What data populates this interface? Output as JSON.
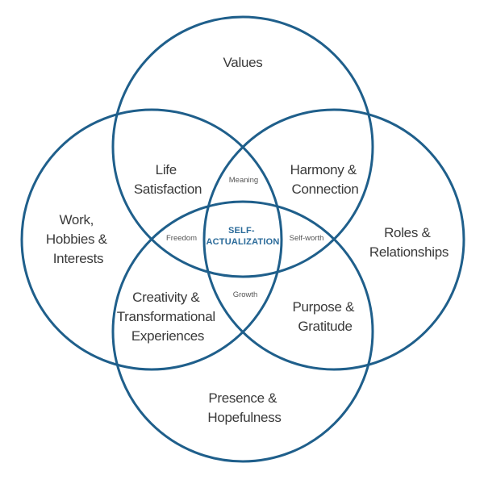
{
  "colors": {
    "stroke": "#1f5f8b",
    "center_text": "#2a6a99",
    "text": "#3a3a3a"
  },
  "circles": [
    {
      "name": "values",
      "label": [
        "Values"
      ]
    },
    {
      "name": "work-hobbies-interests",
      "label": [
        "Work,",
        "Hobbies &",
        "Interests"
      ]
    },
    {
      "name": "roles-relationships",
      "label": [
        "Roles &",
        "Relationships"
      ]
    },
    {
      "name": "presence-hopefulness",
      "label": [
        "Presence &",
        "Hopefulness"
      ]
    }
  ],
  "pair_overlaps": [
    {
      "name": "life-satisfaction",
      "label": [
        "Life",
        "Satisfaction"
      ]
    },
    {
      "name": "harmony-connection",
      "label": [
        "Harmony &",
        "Connection"
      ]
    },
    {
      "name": "creativity-transformational",
      "label": [
        "Creativity &",
        "Transformational",
        "Experiences"
      ]
    },
    {
      "name": "purpose-gratitude",
      "label": [
        "Purpose &",
        "Gratitude"
      ]
    }
  ],
  "triple_overlaps": [
    {
      "name": "meaning",
      "label": "Meaning"
    },
    {
      "name": "freedom",
      "label": "Freedom"
    },
    {
      "name": "self-worth",
      "label": "Self-worth"
    },
    {
      "name": "growth",
      "label": "Growth"
    }
  ],
  "center": {
    "label": [
      "SELF-",
      "ACTUALIZATION"
    ]
  }
}
